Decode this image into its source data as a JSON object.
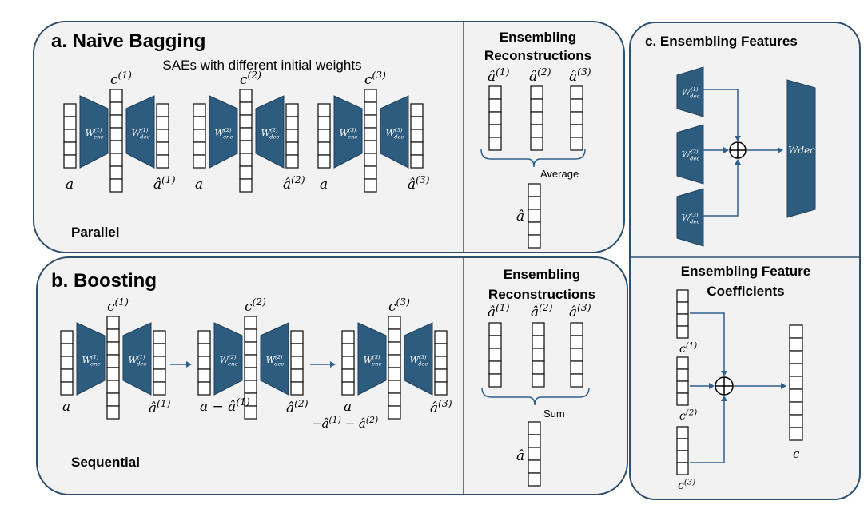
{
  "panel_a": {
    "title": "a. Naive Bagging",
    "subtitle": "SAEs with different initial weights",
    "mode": "Parallel",
    "ensembling_title_1": "Ensembling",
    "ensembling_title_2": "Reconstructions",
    "combine_op": "Average",
    "output": "â",
    "saes": [
      {
        "code": "c(1)",
        "enc": "W(1)enc",
        "dec": "W(1)dec",
        "input": "a",
        "recon": "â(1)"
      },
      {
        "code": "c(2)",
        "enc": "W(2)enc",
        "dec": "W(2)dec",
        "input": "a",
        "recon": "â(2)"
      },
      {
        "code": "c(3)",
        "enc": "W(3)enc",
        "dec": "W(3)dec",
        "input": "a",
        "recon": "â(3)"
      }
    ],
    "recons": [
      "â(1)",
      "â(2)",
      "â(3)"
    ]
  },
  "panel_b": {
    "title": "b. Boosting",
    "mode": "Sequential",
    "ensembling_title_1": "Ensembling",
    "ensembling_title_2": "Reconstructions",
    "combine_op": "Sum",
    "output": "â",
    "saes": [
      {
        "code": "c(1)",
        "enc": "W(1)enc",
        "dec": "W(1)dec",
        "input": "a",
        "recon": "â(1)"
      },
      {
        "code": "c(2)",
        "enc": "W(2)enc",
        "dec": "W(2)dec",
        "input": "a − â(1)",
        "recon": "â(2)"
      },
      {
        "code": "c(3)",
        "enc": "W(3)enc",
        "dec": "W(3)dec",
        "input": "a",
        "input2": "−â(1) − â(2)",
        "recon": "â(3)"
      }
    ],
    "recons": [
      "â(1)",
      "â(2)",
      "â(3)"
    ]
  },
  "panel_c": {
    "title": "c. Ensembling Features",
    "decoders": [
      "W(1)dec",
      "W(2)dec",
      "W(3)dec"
    ],
    "combined_decoder": "Wdec",
    "coef_title_1": "Ensembling Feature",
    "coef_title_2": "Coefficients",
    "codes": [
      "c(1)",
      "c(2)",
      "c(3)"
    ],
    "combined_code": "c"
  },
  "colors": {
    "weight": "#2d5c7f",
    "arrow": "#2f5f8f",
    "panel_border": "#2f4f6f",
    "panel_fill": "#f2f2f2"
  }
}
